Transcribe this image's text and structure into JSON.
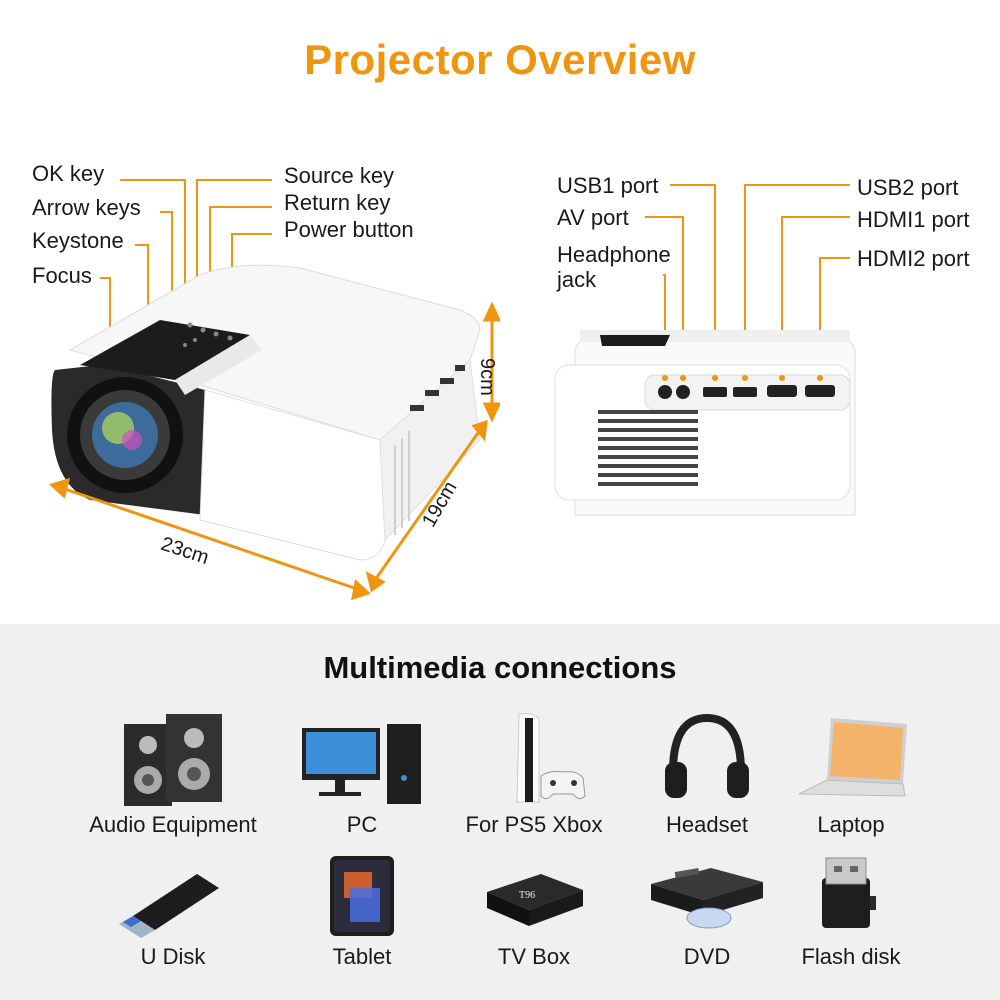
{
  "header": {
    "title": "Projector Overview"
  },
  "left_callouts": {
    "ok_key": "OK key",
    "arrow_keys": "Arrow keys",
    "keystone": "Keystone",
    "focus": "Focus",
    "source_key": "Source key",
    "return_key": "Return key",
    "power_button": "Power button"
  },
  "dimensions": {
    "height": "9cm",
    "depth": "19cm",
    "width": "23cm"
  },
  "right_callouts": {
    "usb1": "USB1 port",
    "av": "AV port",
    "headphone_line1": "Headphone",
    "headphone_line2": "jack",
    "usb2": "USB2 port",
    "hdmi1": "HDMI1 port",
    "hdmi2": "HDMI2 port"
  },
  "multimedia": {
    "title": "Multimedia connections",
    "devices": [
      {
        "label": "Audio Equipment",
        "icon": "speakers-icon"
      },
      {
        "label": "PC",
        "icon": "pc-icon"
      },
      {
        "label": "For PS5 Xbox",
        "icon": "console-icon"
      },
      {
        "label": "Headset",
        "icon": "headset-icon"
      },
      {
        "label": "Laptop",
        "icon": "laptop-icon"
      },
      {
        "label": "U Disk",
        "icon": "usb-drive-icon"
      },
      {
        "label": "Tablet",
        "icon": "tablet-icon"
      },
      {
        "label": "TV Box",
        "icon": "tv-box-icon"
      },
      {
        "label": "DVD",
        "icon": "dvd-icon"
      },
      {
        "label": "Flash disk",
        "icon": "flash-disk-icon"
      }
    ],
    "tv_box_brand": "T96"
  },
  "colors": {
    "accent": "#f0950f",
    "arrow": "#f0950f",
    "panel": "#f0f0f0"
  }
}
